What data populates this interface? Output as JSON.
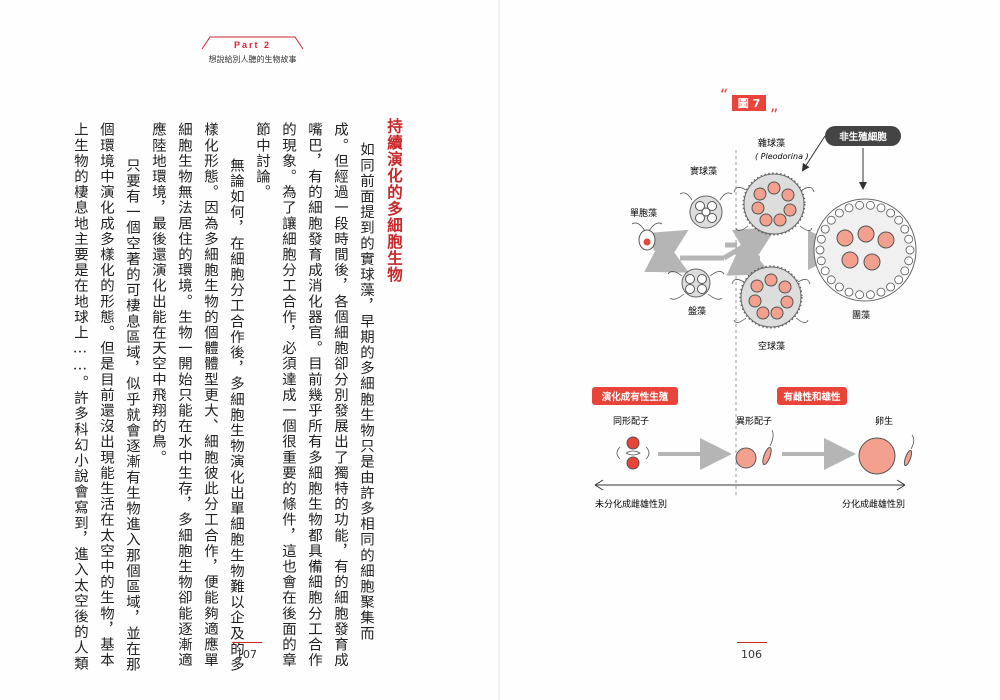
{
  "header": {
    "part": "Part 2",
    "subtitle": "想說給別人聽的生物故事"
  },
  "left_page": {
    "heading": "持續演化的多細胞生物",
    "columns": [
      "如同前面提到的實球藻，早期的多細胞生物只是由許多相同的細胞聚集而",
      "成。但經過一段時間後，各個細胞卻分別發展出了獨特的功能，有的細胞發育成",
      "嘴巴，有的細胞發育成消化器官。目前幾乎所有多細胞生物都具備細胞分工合作",
      "的現象。為了讓細胞分工合作，必須達成一個很重要的條件，這也會在後面的章",
      "節中討論。",
      "　無論如何，在細胞分工合作後，多細胞生物演化出單細胞生物難以企及的多",
      "樣化形態。因為多細胞生物的個體體型更大、細胞彼此分工合作，便能夠適應單",
      "細胞生物無法居住的環境。生物一開始只能在水中生存，多細胞生物卻能逐漸適",
      "應陸地環境，最後還演化出能在天空中飛翔的鳥。",
      "　只要有一個空著的可棲息區域，似乎就會逐漸有生物進入那個區域，並在那",
      "個環境中演化成多樣化的形態。但是目前還沒出現能生活在太空中的生物，基本",
      "上生物的棲息地主要是在地球上……。許多科幻小說會寫到，進入太空後的人類"
    ],
    "page_number": "107"
  },
  "right_page": {
    "figure_label": "圖 7",
    "quote_open": "“",
    "quote_close": "”",
    "labels": {
      "unicell": "單胞藻",
      "gonium": "盤藻",
      "pandorina": "實球藻",
      "eudorina": "空球藻",
      "pleodorina": "雜球藻",
      "pleodorina_latin": "( Pleodorina )",
      "volvox": "團藻",
      "nonrepro": "非生殖細胞",
      "sexual": "演化成有性生殖",
      "dimorph": "有雌性和雄性",
      "isogamete": "同形配子",
      "anisogamete": "異形配子",
      "oogamy": "卵生",
      "axis_left": "未分化成雌雄性別",
      "axis_right": "分化成雌雄性別"
    },
    "colors": {
      "accent": "#e8443a",
      "cell": "#f4a08f",
      "gray": "#bbbbbb"
    },
    "page_number": "106"
  }
}
